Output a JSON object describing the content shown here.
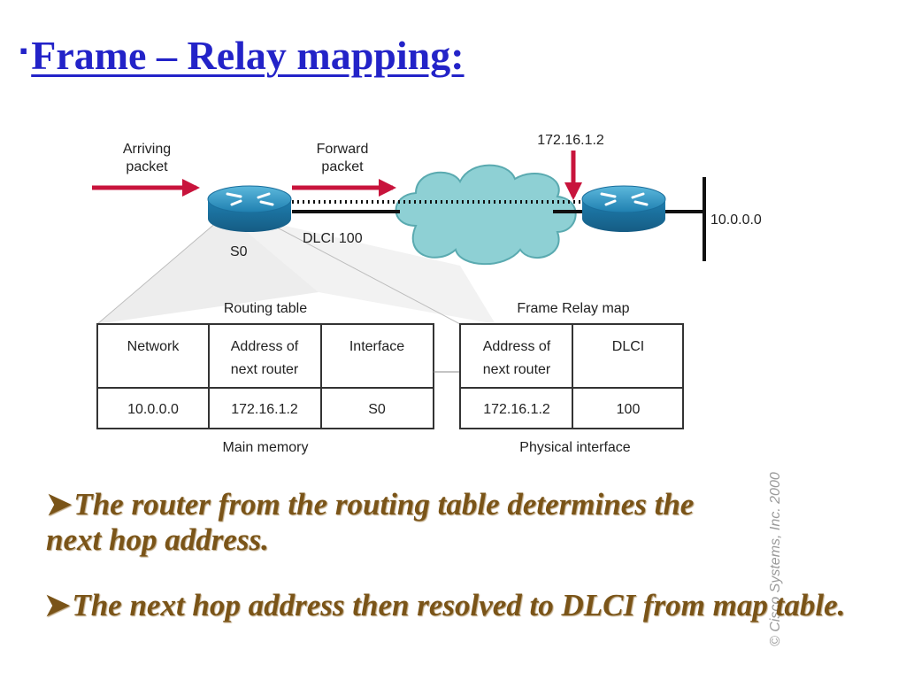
{
  "title": "Frame – Relay mapping:",
  "diagram": {
    "arriving_packet": [
      "Arriving",
      "packet"
    ],
    "forward_packet": [
      "Forward",
      "packet"
    ],
    "next_hop_ip": "172.16.1.2",
    "interface_label": "S0",
    "dlci_label": "DLCI 100",
    "network_label": "10.0.0.0",
    "routing_table": {
      "caption": "Routing table",
      "headers": [
        [
          "Network"
        ],
        [
          "Address of",
          "next router"
        ],
        [
          "Interface"
        ]
      ],
      "row": [
        "10.0.0.0",
        "172.16.1.2",
        "S0"
      ],
      "footer": "Main memory"
    },
    "frame_relay_map": {
      "caption": "Frame Relay map",
      "headers": [
        [
          "Address of",
          "next router"
        ],
        [
          "DLCI"
        ]
      ],
      "row": [
        "172.16.1.2",
        "100"
      ],
      "footer": "Physical interface"
    },
    "copyright": "© Cisco Systems, Inc. 2000"
  },
  "bullets": [
    "The router from the routing table determines the next hop address.",
    "The next hop address then resolved to DLCI from map table."
  ],
  "colors": {
    "title": "#2323c8",
    "body_text": "#7a5418",
    "arrow": "#c8143c",
    "cloud": "#8ed0d4",
    "router": "#2b90bc"
  }
}
